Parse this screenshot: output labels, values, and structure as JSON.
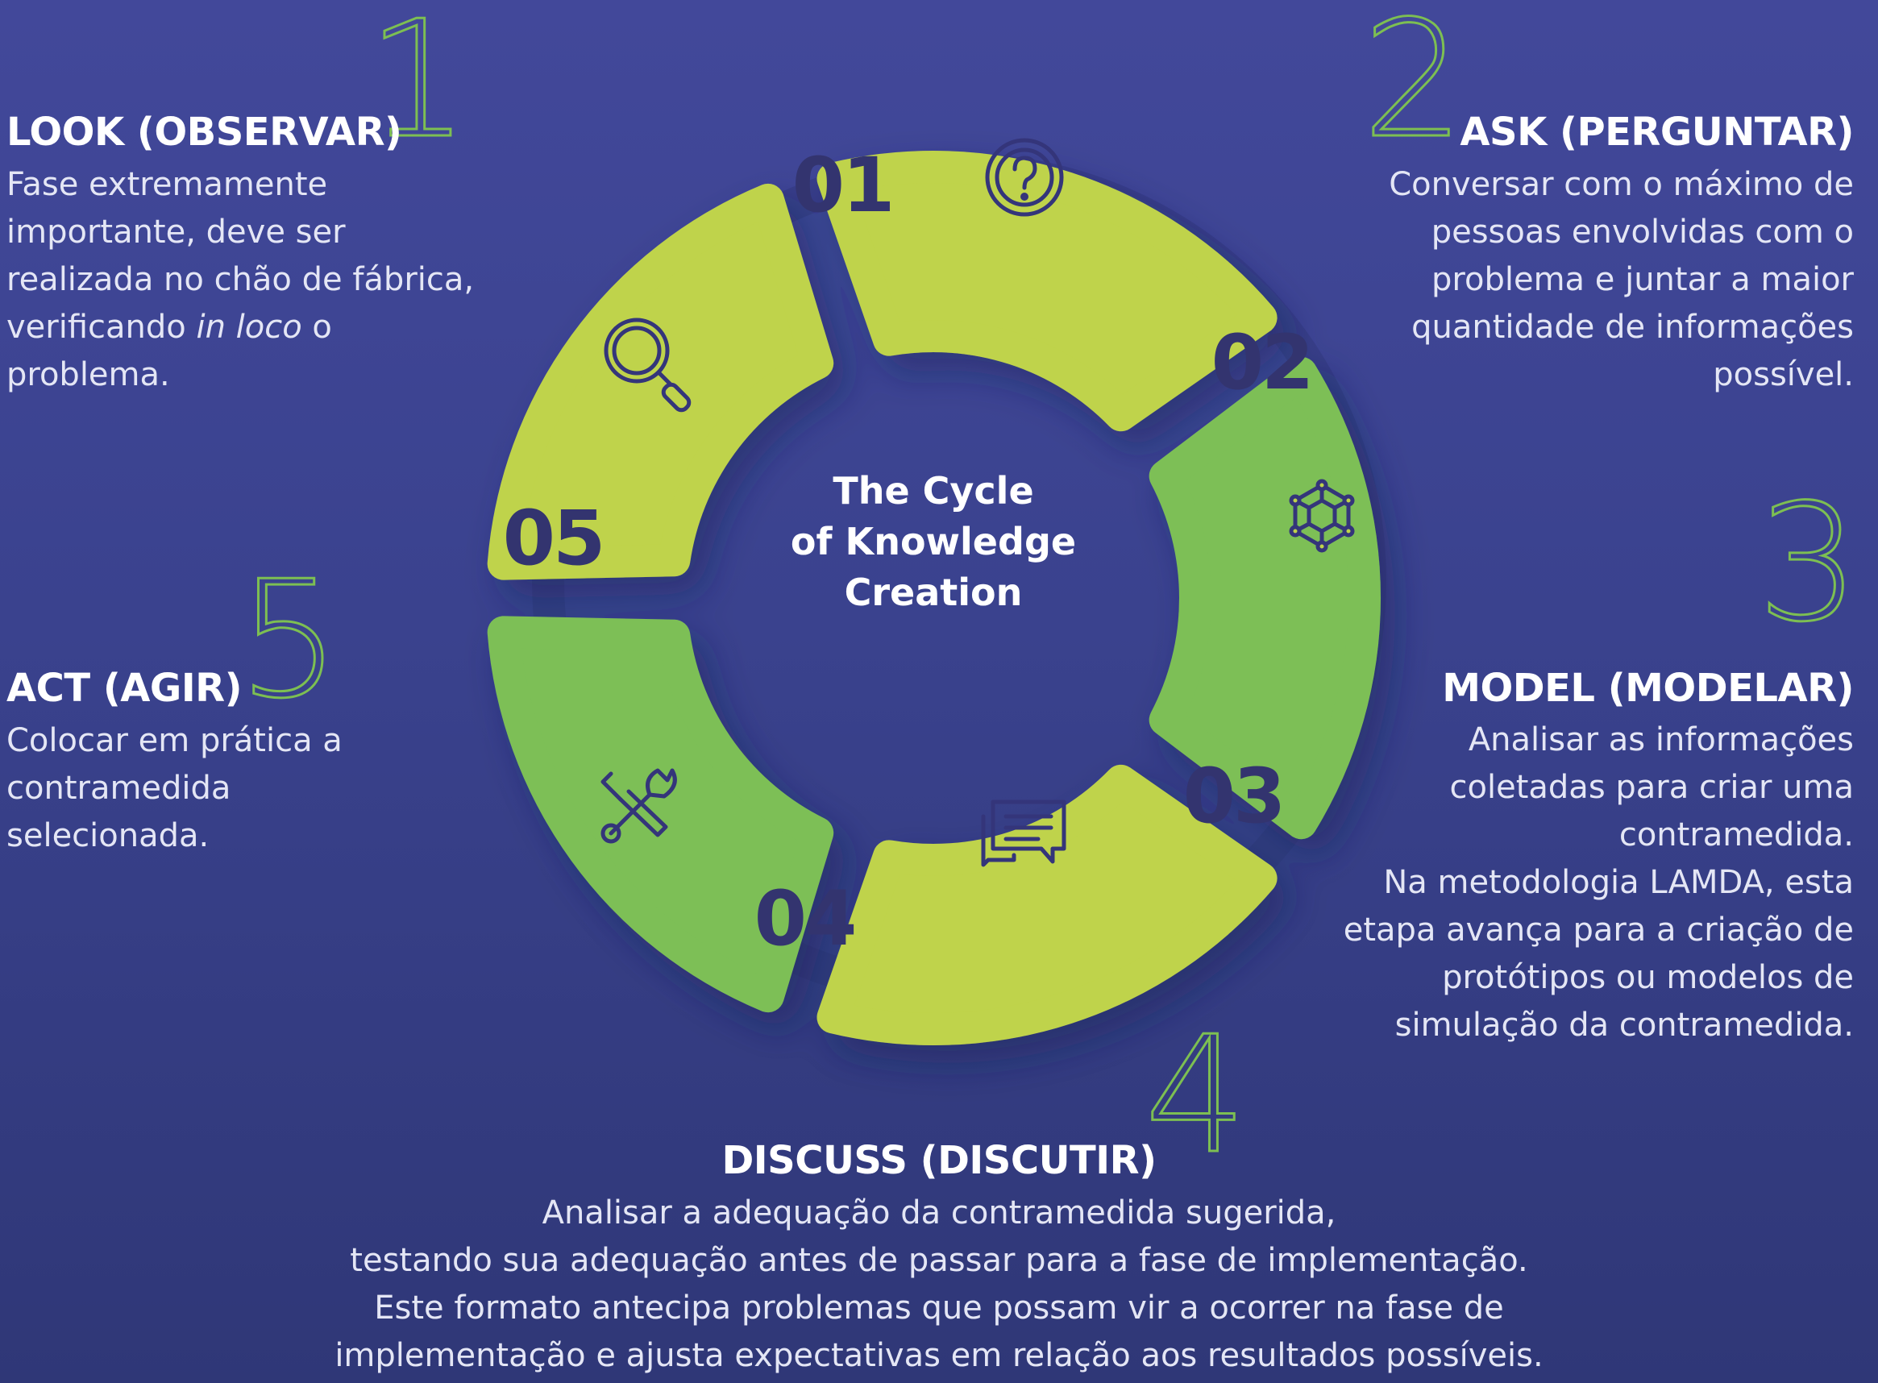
{
  "center_title": [
    "The Cycle",
    "of Knowledge",
    "Creation"
  ],
  "colors": {
    "background": "#3c4391",
    "green_dark": "#7dbf57",
    "green_light": "#bfd34b",
    "number_ink": "#33346f",
    "outline_numbers": "#7dbf52"
  },
  "segments": [
    {
      "number": "01",
      "icon": "magnifier-icon",
      "color": "#7dbf57"
    },
    {
      "number": "02",
      "icon": "question-circle-icon",
      "color": "#bfd34b"
    },
    {
      "number": "03",
      "icon": "cube-network-icon",
      "color": "#bfd34b"
    },
    {
      "number": "04",
      "icon": "chat-bubbles-icon",
      "color": "#7dbf57"
    },
    {
      "number": "05",
      "icon": "wrench-screwdriver-icon",
      "color": "#bfd34b"
    }
  ],
  "steps": [
    {
      "big_number": "1",
      "heading": "LOOK (OBSERVAR)",
      "lines": [
        "Fase extremamente",
        "importante, deve ser",
        "realizada no chão de fábrica,",
        "verificando ",
        "problema."
      ],
      "italic": "in loco",
      "after_italic": " o"
    },
    {
      "big_number": "2",
      "heading": "ASK (PERGUNTAR)",
      "lines": [
        "Conversar com o máximo de",
        "pessoas envolvidas com o",
        "problema e juntar a maior",
        "quantidade de informações",
        "possível."
      ]
    },
    {
      "big_number": "3",
      "heading": "MODEL (MODELAR)",
      "lines": [
        "Analisar as informações",
        "coletadas para criar uma",
        "contramedida.",
        "Na metodologia LAMDA, esta",
        "etapa avança para a criação de",
        "protótipos ou modelos de",
        "simulação da contramedida."
      ]
    },
    {
      "big_number": "4",
      "heading": "DISCUSS (DISCUTIR)",
      "lines": [
        "Analisar a adequação da contramedida sugerida,",
        "testando sua adequação antes de passar para a fase de implementação.",
        "Este formato antecipa problemas que possam vir a ocorrer na fase de",
        "implementação e ajusta expectativas em relação aos resultados possíveis."
      ]
    },
    {
      "big_number": "5",
      "heading": "ACT (AGIR)",
      "lines": [
        "Colocar em prática a",
        "contramedida",
        "selecionada."
      ]
    }
  ]
}
